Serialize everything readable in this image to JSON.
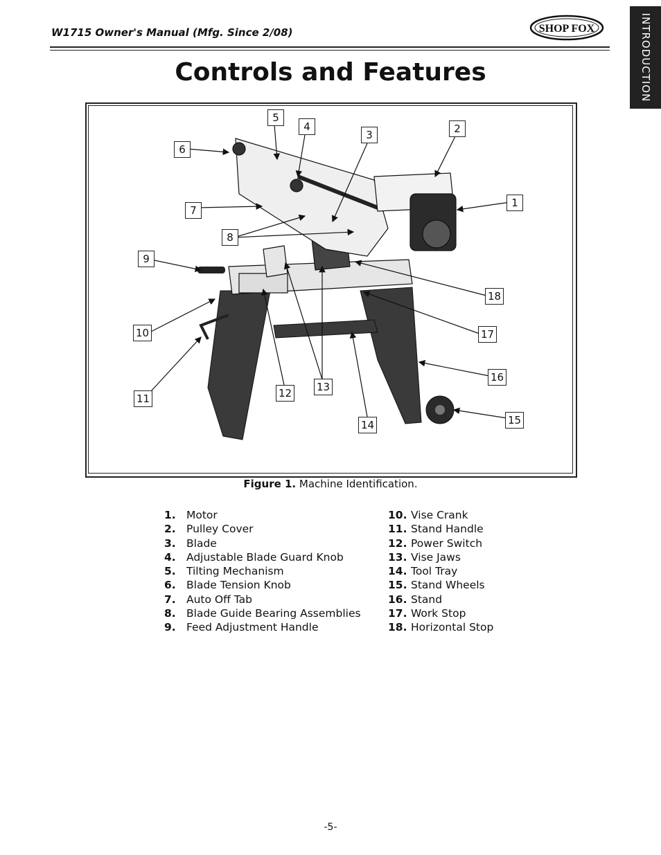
{
  "header": {
    "manual_title": "W1715 Owner's Manual (Mfg. Since 2/08)",
    "logo_text": "SHOP FOX"
  },
  "side_tab": {
    "label": "INTRODUCTION"
  },
  "page_title": "Controls and Features",
  "figure": {
    "callouts": [
      "1",
      "2",
      "3",
      "4",
      "5",
      "6",
      "7",
      "8",
      "9",
      "10",
      "11",
      "12",
      "13",
      "14",
      "15",
      "16",
      "17",
      "18"
    ],
    "caption_prefix": "Figure 1.",
    "caption_text": "Machine Identification."
  },
  "parts_left": [
    {
      "num": "1.",
      "label": "Motor"
    },
    {
      "num": "2.",
      "label": "Pulley Cover"
    },
    {
      "num": "3.",
      "label": "Blade"
    },
    {
      "num": "4.",
      "label": "Adjustable Blade Guard Knob"
    },
    {
      "num": "5.",
      "label": "Tilting Mechanism"
    },
    {
      "num": "6.",
      "label": "Blade Tension Knob"
    },
    {
      "num": "7.",
      "label": "Auto Off Tab"
    },
    {
      "num": "8.",
      "label": "Blade Guide Bearing Assemblies"
    },
    {
      "num": "9.",
      "label": "Feed Adjustment Handle"
    }
  ],
  "parts_right": [
    {
      "num": "10.",
      "label": "Vise Crank"
    },
    {
      "num": "11.",
      "label": "Stand Handle"
    },
    {
      "num": "12.",
      "label": "Power Switch"
    },
    {
      "num": "13.",
      "label": "Vise Jaws"
    },
    {
      "num": "14.",
      "label": "Tool Tray"
    },
    {
      "num": "15.",
      "label": "Stand Wheels"
    },
    {
      "num": "16.",
      "label": "Stand"
    },
    {
      "num": "17.",
      "label": "Work Stop"
    },
    {
      "num": "18.",
      "label": "Horizontal Stop"
    }
  ],
  "page_number": "-5-"
}
